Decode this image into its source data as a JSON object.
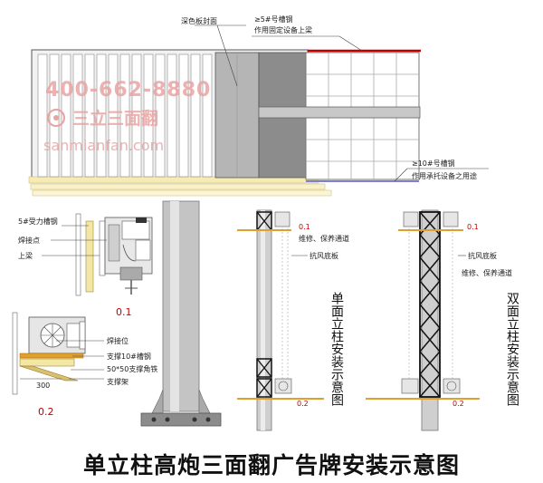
{
  "labels": {
    "dark_panel": "深色板封面",
    "top_channel_l1": "≥5#号槽钢",
    "top_channel_l2": "作用固定设备上梁",
    "bottom_channel_l1": "≥10#号槽钢",
    "bottom_channel_l2": "作用承托设备之用途",
    "force_channel": "5#受力槽钢",
    "weld_point": "焊接点",
    "upper_beam": "上梁",
    "weld_position": "焊接位",
    "support_channel": "支撑10#槽钢",
    "angle_iron": "50*50支撑角铁",
    "dim_300": "300",
    "support_frame": "支撑架",
    "detail_01": "0.1",
    "detail_02": "0.2",
    "single_01": "0.1",
    "single_maint": "维修、保养通道",
    "single_wind": "抗风底板",
    "single_02": "0.2",
    "double_01": "0.1",
    "double_wind": "抗风底板",
    "double_maint": "维修、保养通道",
    "double_02": "0.2"
  },
  "vertical_titles": {
    "single": "单面立柱安装示意图",
    "double": "双面立柱安装示意图"
  },
  "watermark": {
    "phone": "400-662-8880",
    "brand": "三立三面翻",
    "url": "sanmianfan.com"
  },
  "title": "单立柱高炮三面翻广告牌安装示意图",
  "colors": {
    "accent_red": "#c00000",
    "orange_base": "#e0a030",
    "purple_line": "#8080d0",
    "yellow_fill": "#f4e7a6",
    "dark_panel": "#8c8c8c"
  }
}
